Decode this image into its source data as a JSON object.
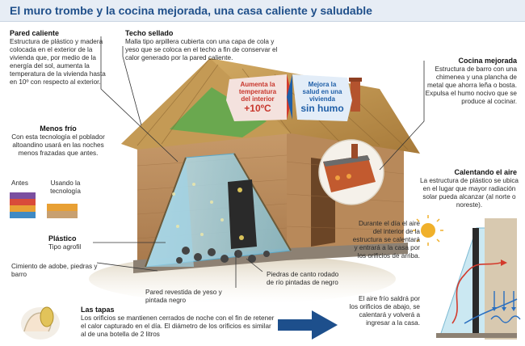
{
  "title": "El muro trombe y la cocina mejorada, una casa caliente y saludable",
  "pared": {
    "title": "Pared caliente",
    "body": "Estructura de plástico y madera colocada en el exterior de la vivienda que, por medio de la energía del sol, aumenta la temperatura de la vivienda hasta en 10º con respecto al exterior."
  },
  "techo": {
    "title": "Techo sellado",
    "body": "Malla tipo arpillera cubierta con una capa de cola y yeso que se coloca en el techo a fin de conservar el calor generado por la pared caliente."
  },
  "cocina": {
    "title": "Cocina mejorada",
    "body": "Estructura de barro con una chimenea y una plancha de metal que ahorra leña o bosta. Expulsa el humo nocivo que se produce al cocinar."
  },
  "menos_frio": {
    "title": "Menos frío",
    "body": "Con esta tecnología el poblador altoandino usará en las noches menos frazadas que antes."
  },
  "antes_label": "Antes",
  "usando_label": "Usando la tecnología",
  "plastico": {
    "title": "Plástico",
    "body": "Tipo agrofil"
  },
  "cimiento": "Cimiento de adobe, piedras y barro",
  "pared_yeso": "Pared revestida de yeso y pintada negro",
  "piedras": "Piedras de canto rodado de río pintadas de negro",
  "badge_temp": {
    "line1": "Aumenta la",
    "line2": "temperatura",
    "line3": "del interior",
    "value": "+10ºC",
    "color": "#c8362c"
  },
  "badge_salud": {
    "line1": "Mejora la",
    "line2": "salud en una",
    "line3": "vivienda",
    "value": "sin humo",
    "color": "#1f5fa8"
  },
  "calentando": {
    "title": "Calentando el aire",
    "body": "La estructura de plástico se ubica en el lugar que mayor radiación solar pueda alcanzar (al norte o noreste)."
  },
  "dia_text": "Durante el día el aire del interior de la estructura se calentará y entrará a la casa por los orificios de arriba.",
  "frio_text": "El aire frío saldrá por los orificios de abajo, se calentará y volverá a ingresar a la casa.",
  "tapas": {
    "title": "Las tapas",
    "body": "Los orificios se mantienen cerrados de noche con el fin de retener el calor capturado en el día. El diámetro de los orificios es similar al de una botella de 2 litros"
  },
  "colors": {
    "banner_text": "#1f4f8a",
    "arrow": "#1d4f8c",
    "hot": "#d33a2c",
    "cold": "#2a6fc0"
  }
}
